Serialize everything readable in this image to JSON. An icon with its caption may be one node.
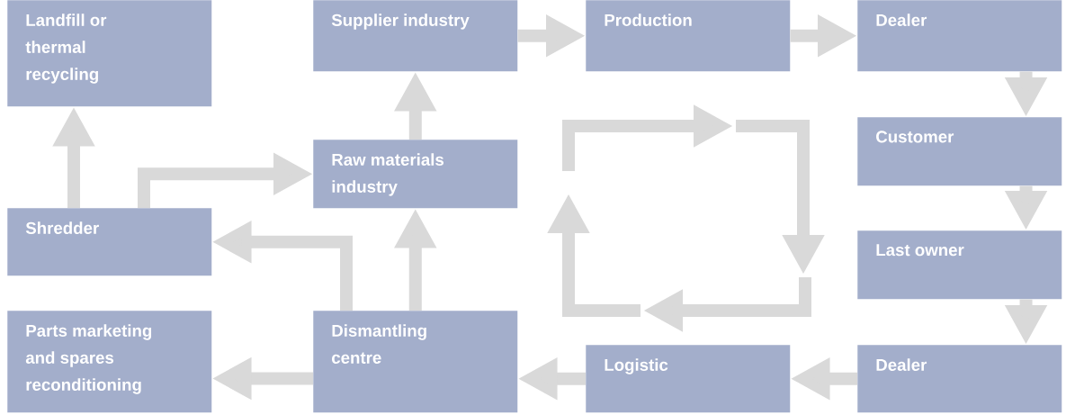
{
  "diagram": {
    "nodes": [
      {
        "text": [
          "Landfill or thermal recycling"
        ]
      },
      {
        "text": [
          "Supplier industry"
        ]
      },
      {
        "text": [
          "Production"
        ]
      },
      {
        "text": [
          "Dealer"
        ]
      },
      {
        "text": [
          "Customer"
        ]
      },
      {
        "text": [
          "Last owner"
        ]
      },
      {
        "text": [
          "Dealer"
        ]
      },
      {
        "text": [
          "Logistic"
        ]
      },
      {
        "text": [
          "Dismantling centre"
        ]
      },
      {
        "text": [
          "Parts marketing and spares reconditioning"
        ]
      },
      {
        "text": [
          "Raw materials industry"
        ]
      },
      {
        "text": [
          "Shredder"
        ]
      }
    ],
    "edges": [
      {
        "from": 1,
        "to": 2,
        "arrow": "to"
      },
      {
        "from": 2,
        "to": 3,
        "arrow": "to"
      },
      {
        "from": 3,
        "to": 4,
        "arrow": "to"
      },
      {
        "from": 4,
        "to": 5,
        "arrow": "to"
      },
      {
        "from": 5,
        "to": 6,
        "arrow": "to"
      },
      {
        "from": 6,
        "to": 7,
        "arrow": "to"
      },
      {
        "from": 7,
        "to": 8,
        "arrow": "to"
      },
      {
        "from": 8,
        "to": 9,
        "arrow": "to"
      },
      {
        "from": 8,
        "to": 10,
        "arrow": "to"
      },
      {
        "from": 8,
        "to": 11,
        "arrow": "to"
      },
      {
        "from": 10,
        "to": 1,
        "arrow": "to"
      },
      {
        "from": 11,
        "to": 0,
        "arrow": "to"
      },
      {
        "from": 11,
        "to": 10,
        "arrow": "to"
      }
    ]
  }
}
